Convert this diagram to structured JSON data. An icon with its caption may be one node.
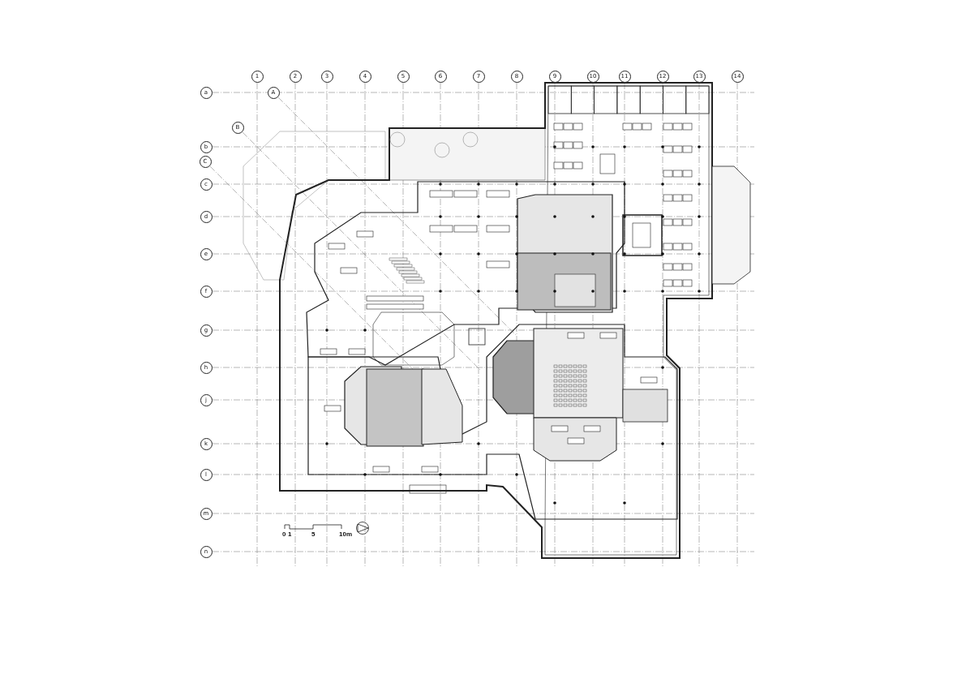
{
  "diagram": {
    "nodes": [
      {
        "text": [
          "1"
        ]
      },
      {
        "text": [
          "2"
        ]
      },
      {
        "text": [
          "3"
        ]
      },
      {
        "text": [
          "4"
        ]
      },
      {
        "text": [
          "5"
        ]
      },
      {
        "text": [
          "6"
        ]
      },
      {
        "text": [
          "7"
        ]
      },
      {
        "text": [
          "8"
        ]
      },
      {
        "text": [
          "9"
        ]
      },
      {
        "text": [
          "10"
        ]
      },
      {
        "text": [
          "11"
        ]
      },
      {
        "text": [
          "12"
        ]
      },
      {
        "text": [
          "13"
        ]
      },
      {
        "text": [
          "14"
        ]
      },
      {
        "text": [
          "a"
        ]
      },
      {
        "text": [
          "A"
        ]
      },
      {
        "text": [
          "B"
        ]
      },
      {
        "text": [
          "b"
        ]
      },
      {
        "text": [
          "C"
        ]
      },
      {
        "text": [
          "c"
        ]
      },
      {
        "text": [
          "d"
        ]
      },
      {
        "text": [
          "e"
        ]
      },
      {
        "text": [
          "f"
        ]
      },
      {
        "text": [
          "g"
        ]
      },
      {
        "text": [
          "h"
        ]
      },
      {
        "text": [
          "j"
        ]
      },
      {
        "text": [
          "k"
        ]
      },
      {
        "text": [
          "l"
        ]
      },
      {
        "text": [
          "m"
        ]
      },
      {
        "text": [
          "n"
        ]
      }
    ],
    "labels": [
      "0",
      "1",
      "5",
      "10m"
    ]
  }
}
